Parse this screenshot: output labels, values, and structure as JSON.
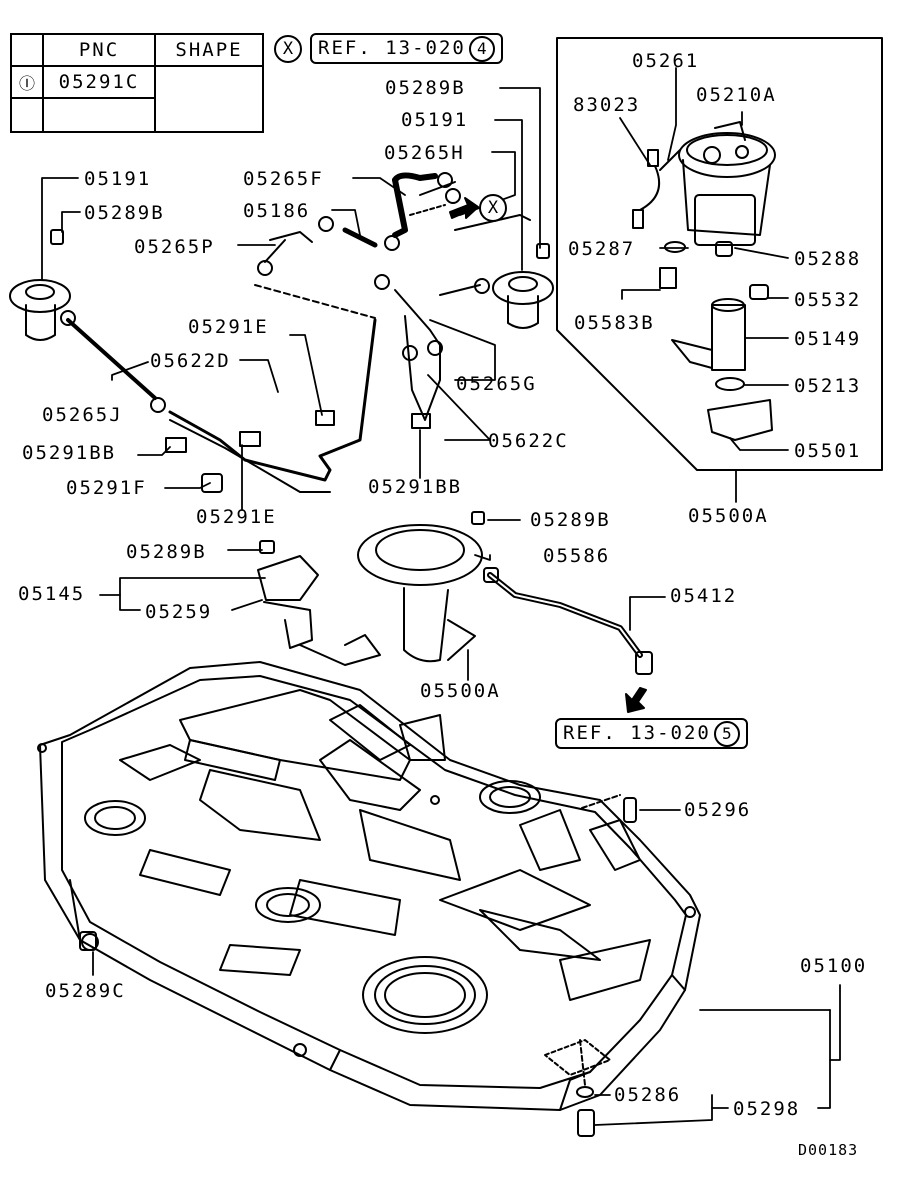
{
  "table": {
    "header_pnc": "PNC",
    "header_shape": "SHAPE",
    "row_mark": "Ⓘ",
    "row_pnc": "05291C"
  },
  "refs": {
    "ref_top_x": "X",
    "ref_top_text": "REF. 13-020",
    "ref_top_num": "4",
    "ref_bottom_text": "REF. 13-020",
    "ref_bottom_num": "5",
    "arrow_x": "X"
  },
  "labels": {
    "l_05261": "05261",
    "l_83023": "83023",
    "l_05210A": "05210A",
    "l_05289B_top": "05289B",
    "l_05191_top": "05191",
    "l_05265H": "05265H",
    "l_05191_left": "05191",
    "l_05289B_left": "05289B",
    "l_05265F": "05265F",
    "l_05186": "05186",
    "l_05265P": "05265P",
    "l_05287": "05287",
    "l_05288": "05288",
    "l_05532": "05532",
    "l_05583B": "05583B",
    "l_05149": "05149",
    "l_05213": "05213",
    "l_05501": "05501",
    "l_05500A_box": "05500A",
    "l_05291E_top": "05291E",
    "l_05622D": "05622D",
    "l_05265G": "05265G",
    "l_05265J": "05265J",
    "l_05622C": "05622C",
    "l_05291BB_left": "05291BB",
    "l_05291F": "05291F",
    "l_05291BB_right": "05291BB",
    "l_05291E_bot": "05291E",
    "l_05289B_mid": "05289B",
    "l_05289B_pump": "05289B",
    "l_05586": "05586",
    "l_05145": "05145",
    "l_05259": "05259",
    "l_05412": "05412",
    "l_05500A_mid": "05500A",
    "l_05296": "05296",
    "l_05100": "05100",
    "l_05289C": "05289C",
    "l_05286": "05286",
    "l_05298": "05298"
  },
  "drawing_code": "D00183"
}
